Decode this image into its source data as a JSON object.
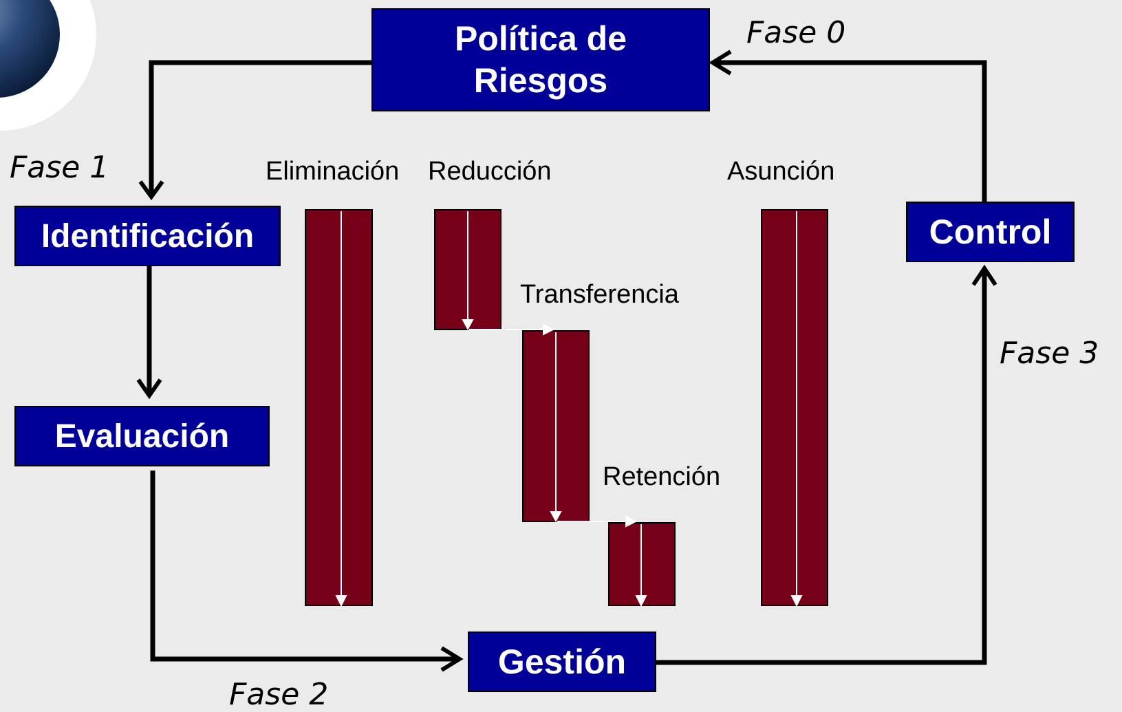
{
  "diagram": {
    "nodes": {
      "policy": {
        "line1": "Política de",
        "line2": "Riesgos"
      },
      "identification": "Identificación",
      "evaluation": "Evaluación",
      "management": "Gestión",
      "control": "Control"
    },
    "phases": {
      "phase0": "Fase 0",
      "phase1": "Fase 1",
      "phase2": "Fase 2",
      "phase3": "Fase 3"
    },
    "strategies": {
      "elimination": "Eliminación",
      "reduction": "Reducción",
      "transfer": "Transferencia",
      "retention": "Retención",
      "assumption": "Asunción"
    },
    "colors": {
      "box_fill": "#000099",
      "bar_fill": "#770019",
      "background": "#ebebeb"
    }
  }
}
